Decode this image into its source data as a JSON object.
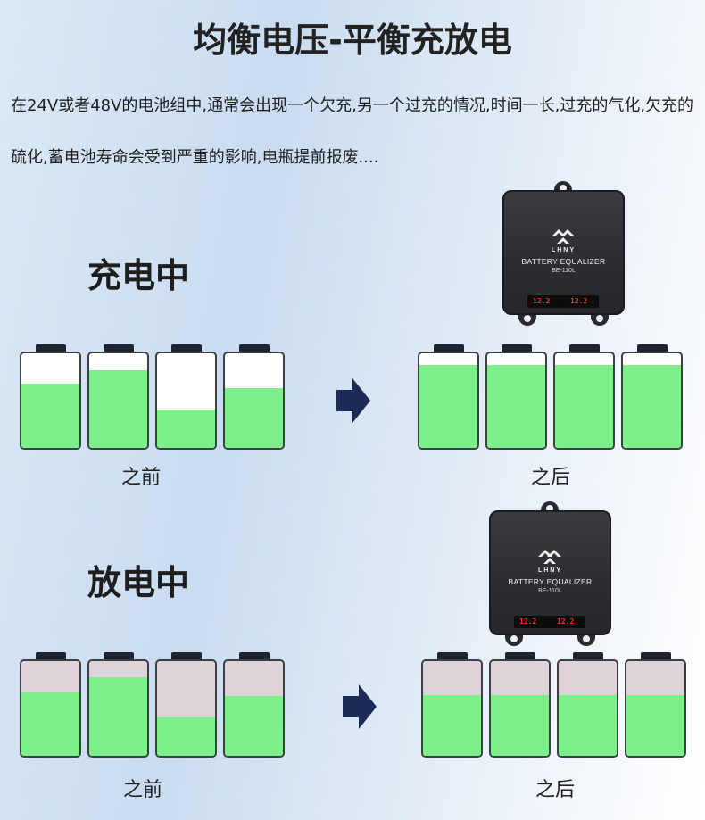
{
  "title": "均衡电压-平衡充放电",
  "description": "在24V或者48V的电池组中,通常会出现一个欠充,另一个过充的情况,时间一长,过充的气化,欠充的硫化,蓄电池寿命会受到严重的影响,电瓶提前报废....",
  "charging": {
    "heading": "充电中",
    "before_label": "之前",
    "after_label": "之后",
    "before_levels": [
      0.68,
      0.82,
      0.41,
      0.63
    ],
    "after_levels": [
      0.88,
      0.88,
      0.88,
      0.88
    ],
    "empty_color": "#ffffff"
  },
  "discharging": {
    "heading": "放电中",
    "before_label": "之前",
    "after_label": "之后",
    "before_levels": [
      0.67,
      0.83,
      0.41,
      0.63
    ],
    "after_levels": [
      0.64,
      0.64,
      0.64,
      0.64
    ],
    "empty_color": "#ddd3d8"
  },
  "device": {
    "brand": "LHNY",
    "product": "BATTERY EQUALIZER",
    "model": "BE-110L",
    "readout_left": "12.2",
    "readout_right": "12.2"
  },
  "colors": {
    "charge_fill": "#7ef08a",
    "arrow": "#1b2b55"
  },
  "icons": {
    "arrow": "arrow-right-icon",
    "logo": "lhny-logo-icon"
  }
}
